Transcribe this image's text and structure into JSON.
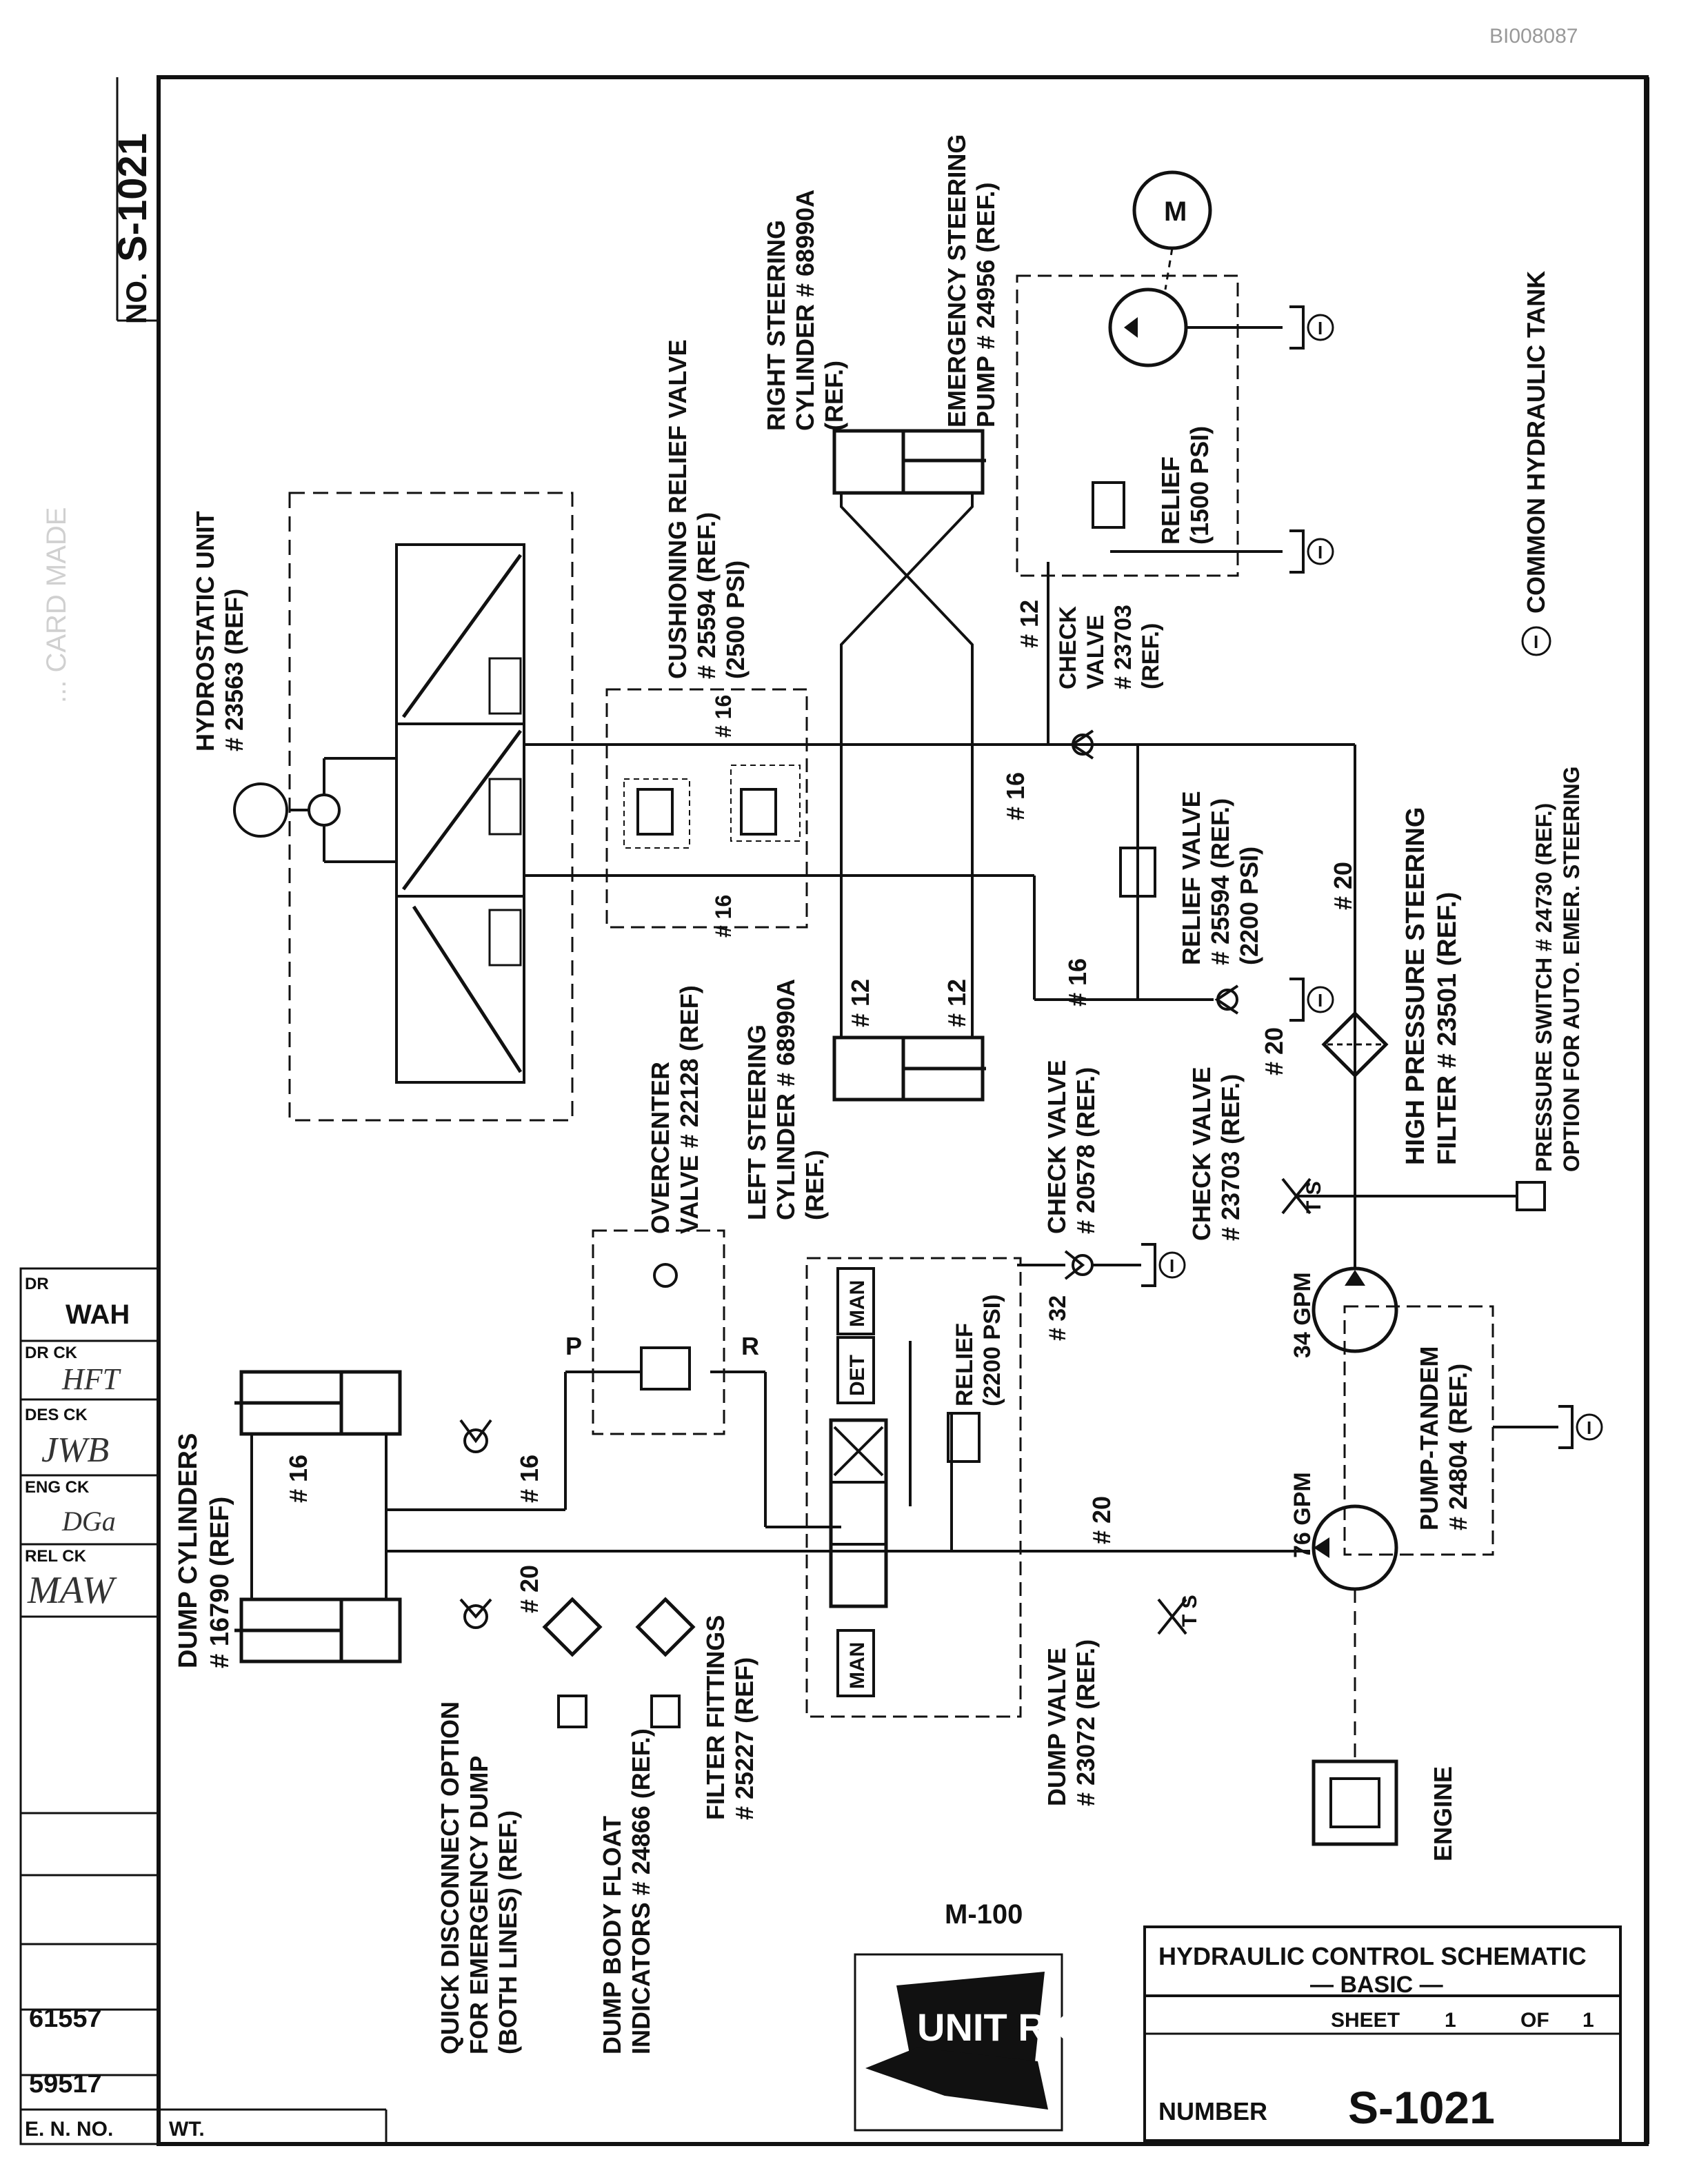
{
  "doc_id": "BI008087",
  "drawing_no_label": "NO.",
  "drawing_no": "S-1021",
  "stamp": "... CARD MADE",
  "components": {
    "hydrostatic_unit": [
      "HYDROSTATIC UNIT",
      "# 23563 (REF)"
    ],
    "cushioning_relief": [
      "CUSHIONING RELIEF VALVE",
      "# 25594 (REF.)",
      "(2500 PSI)"
    ],
    "right_cyl": [
      "RIGHT STEERING",
      "CYLINDER # 68990A",
      "(REF.)"
    ],
    "emerg_pump": [
      "EMERGENCY STEERING",
      "PUMP # 24956 (REF.)"
    ],
    "motor": "M",
    "relief_1500": [
      "RELIEF",
      "(1500 PSI)"
    ],
    "common_tank": "COMMON HYDRAULIC TANK",
    "check_valve_top": [
      "CHECK",
      "VALVE",
      "# 23703",
      "(REF.)"
    ],
    "relief_2200": [
      "RELIEF VALVE",
      "# 25594 (REF.)",
      "(2200 PSI)"
    ],
    "hp_filter": [
      "HIGH PRESSURE STEERING",
      "FILTER # 23501 (REF.)"
    ],
    "pressure_switch": [
      "PRESSURE SWITCH # 24730 (REF.)",
      "OPTION FOR AUTO. EMER. STEERING"
    ],
    "left_cyl": [
      "LEFT STEERING",
      "CYLINDER # 68990A",
      "(REF.)"
    ],
    "overcenter": [
      "OVERCENTER",
      "VALVE # 22128 (REF)"
    ],
    "check_20578": [
      "CHECK VALVE",
      "# 20578 (REF.)"
    ],
    "check_23703_low": [
      "CHECK VALVE",
      "# 23703 (REF.)"
    ],
    "dump_valve": [
      "DUMP VALVE",
      "# 23072 (REF.)"
    ],
    "relief_dump": [
      "RELIEF",
      "(2200 PSI)"
    ],
    "pump_tandem": [
      "PUMP-TANDEM",
      "# 24804 (REF.)"
    ],
    "gpm_34": "34 GPM",
    "gpm_76": "76 GPM",
    "engine": "ENGINE",
    "dump_cyl": [
      "DUMP CYLINDERS",
      "# 16790 (REF)"
    ],
    "quick_disc": [
      "QUICK DISCONNECT OPTION",
      "FOR EMERGENCY DUMP",
      "(BOTH LINES) (REF.)"
    ],
    "float_ind": [
      "DUMP BODY FLOAT",
      "INDICATORS # 24866 (REF.)"
    ],
    "filter_fittings": [
      "FILTER FITTINGS",
      "# 25227 (REF)"
    ],
    "det": "DET",
    "man": "MAN",
    "port_p": "P",
    "port_r": "R",
    "ts": "T S"
  },
  "line_labels": {
    "n12": "# 12",
    "n16": "# 16",
    "n20": "# 20",
    "n32": "# 32",
    "tank": "I"
  },
  "title_block": {
    "model": "M-100",
    "logo": "UNIT RIG",
    "title": "HYDRAULIC CONTROL SCHEMATIC",
    "subtitle": "— BASIC —",
    "sheet_label": "SHEET",
    "sheet": "1",
    "of_label": "OF",
    "of": "1",
    "number_label": "NUMBER",
    "number": "S-1021"
  },
  "side_block": {
    "dr_label": "DR",
    "dr": "WAH",
    "drck_label": "DR CK",
    "drck": "HFT",
    "desck_label": "DES CK",
    "desck": "JWB",
    "engck_label": "ENG CK",
    "engck": "DGa",
    "relck_label": "REL CK",
    "relck": "MAW",
    "en1": "61557",
    "en2": "59517",
    "en_label": "E. N. NO.",
    "wt_label": "WT."
  }
}
